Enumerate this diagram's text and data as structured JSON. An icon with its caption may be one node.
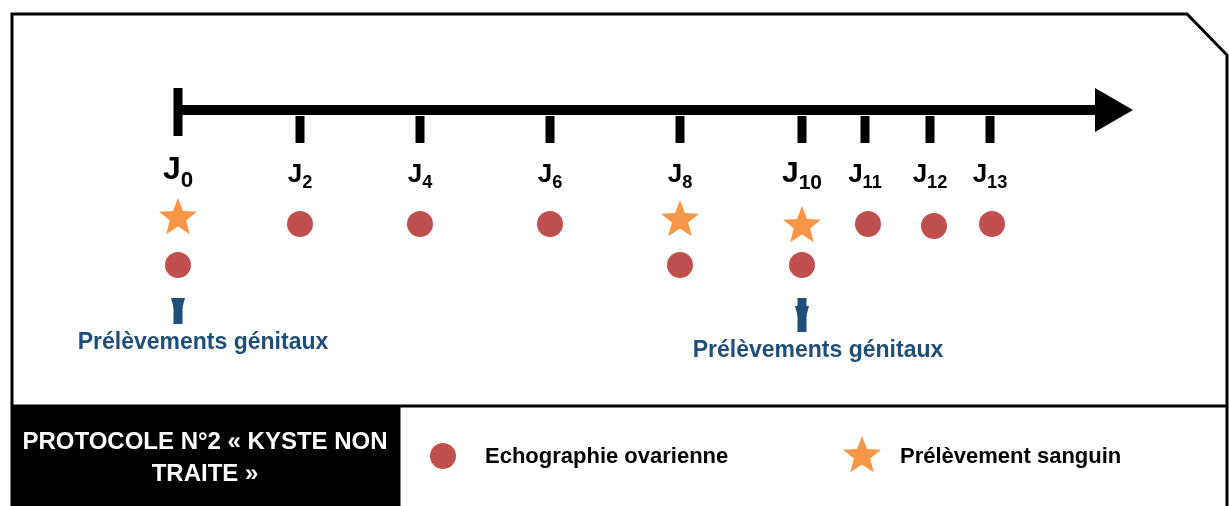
{
  "diagram": {
    "title": "PROTOCOLE N°2 « KYSTE NON TRAITE »",
    "nodes": [
      {
        "text": [
          "Prélèvements génitaux"
        ]
      },
      {
        "text": [
          "Prélèvements génitaux"
        ]
      }
    ],
    "edges": [
      {
        "from": null,
        "to": 0,
        "arrow": "to"
      },
      {
        "from": null,
        "to": 1,
        "arrow": "to"
      }
    ],
    "labels": [
      "J$_{0}$",
      "J$_{2}$",
      "J$_{4}$",
      "J$_{6}$",
      "J$_{8}$",
      "J$_{10}$",
      "J$_{11}$",
      "J$_{12}$",
      "J$_{13}$"
    ],
    "legend": [
      {
        "text": "Echographie ovarienne",
        "color": "#c0504d"
      },
      {
        "text": "Prélèvement sanguin",
        "color": "#f79646"
      }
    ]
  }
}
